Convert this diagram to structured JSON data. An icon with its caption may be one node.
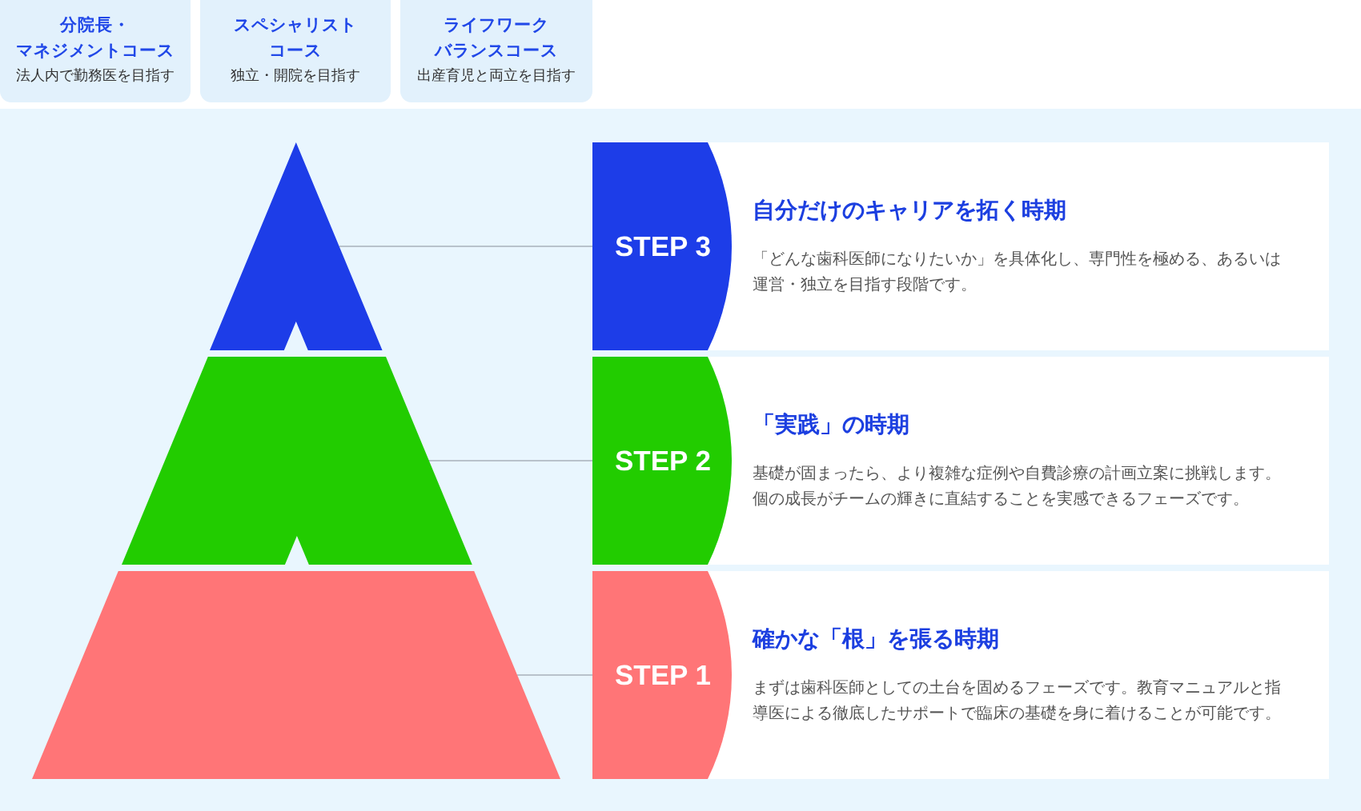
{
  "diagram": {
    "nodes": [
      {
        "text": [
          "分院長・マネジメントコース",
          "法人内で勤務医を目指す"
        ]
      },
      {
        "text": [
          "スペシャリストコース",
          "独立・開院を目指す"
        ]
      },
      {
        "text": [
          "ライフワークバランスコース",
          "出産育児と両立を目指す"
        ]
      },
      {
        "text": [],
        "shape": "triangle"
      },
      {
        "text": [
          "自分だけのキャリアを拓く時期",
          "「どんな歯科医師になりたいか」を具体化し、専門性を極める、あるいは運営・独立を目指す段階です。"
        ]
      },
      {
        "text": [
          "STEP 3"
        ],
        "in": 4
      },
      {
        "text": [],
        "shape": "trapezoid"
      },
      {
        "text": [
          "「実践」の時期",
          "基礎が固まったら、より複雑な症例や自費診療の計画立案に挑戦します。個の成長がチームの輝きに直結することを実感できるフェーズです。"
        ]
      },
      {
        "text": [
          "STEP 2"
        ],
        "in": 7
      },
      {
        "text": [],
        "shape": "trapezoid"
      },
      {
        "text": [
          "確かな「根」を張る時期",
          "まずは歯科医師としての土台を固めるフェーズです。教育マニュアルと指導医による徹底したサポートで臨床の基礎を身に着けることが可能です。"
        ]
      },
      {
        "text": [
          "STEP 1"
        ],
        "in": 10
      }
    ],
    "edges": [
      {
        "from": 5,
        "to": 3,
        "arrow": "none"
      },
      {
        "from": 8,
        "to": 6,
        "arrow": "none"
      },
      {
        "from": 11,
        "to": 9,
        "arrow": "none"
      }
    ]
  }
}
